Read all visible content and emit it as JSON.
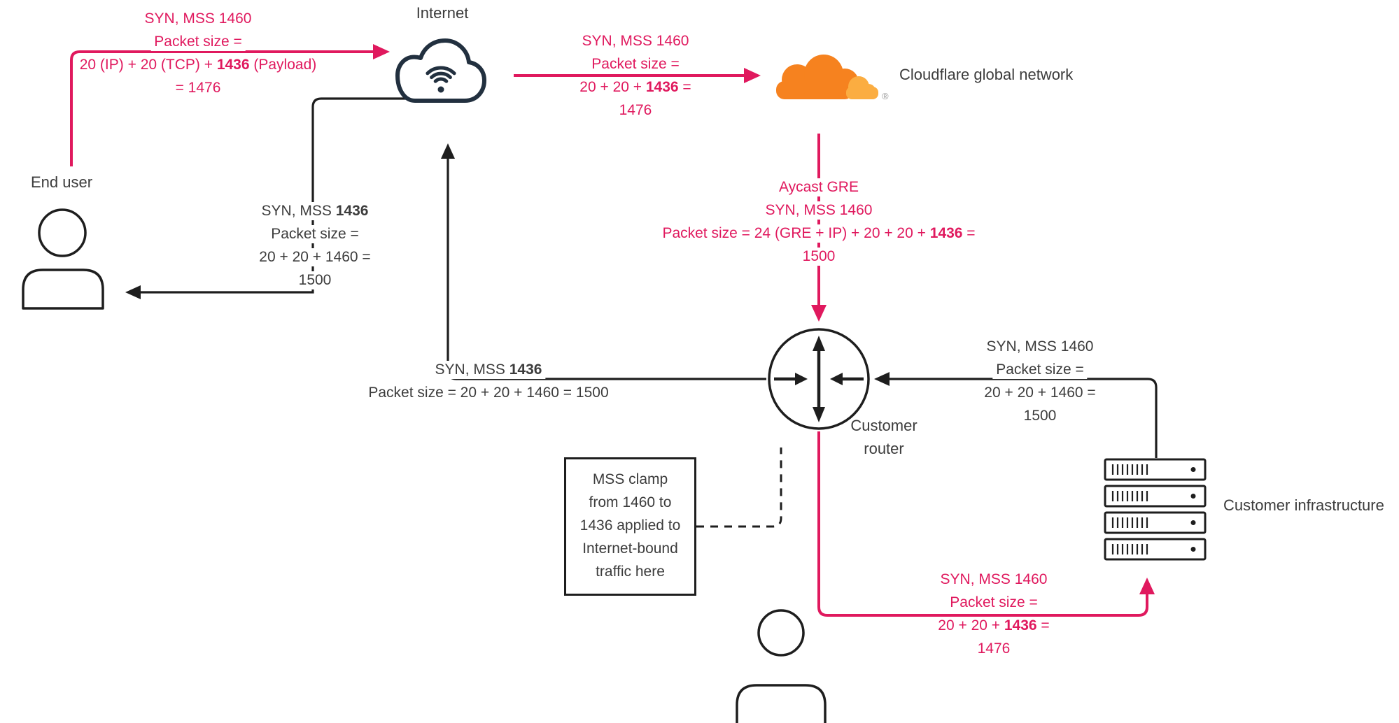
{
  "colors": {
    "pink": "#E0195E",
    "dark": "#1E1E1E",
    "navy": "#22303F",
    "text": "#3C3C3C",
    "cf_orange": "#F6821F",
    "cf_light": "#FBAD41"
  },
  "nodes": {
    "internet": {
      "label": "Internet",
      "icon": "cloud-wifi-icon"
    },
    "end_user": {
      "label": "End user",
      "icon": "person-icon"
    },
    "cloudflare": {
      "label": "Cloudflare global network",
      "trademark": "®",
      "icon": "cloudflare-cloud-logo"
    },
    "customer_router": {
      "label_line1": "Customer",
      "label_line2": "router",
      "icon": "router-circle-arrows-icon"
    },
    "customer_infrastructure": {
      "label": "Customer infrastructure",
      "icon": "server-rack-icon"
    },
    "bottom_user": {
      "icon": "person-icon"
    }
  },
  "annotations": {
    "user_to_internet": {
      "color": "pink",
      "lines": [
        [
          {
            "t": "SYN, MSS 1460"
          }
        ],
        [
          {
            "t": "Packet size ="
          }
        ],
        [
          {
            "t": "20 (IP) + 20 (TCP) + "
          },
          {
            "t": "1436",
            "b": true
          },
          {
            "t": " (Payload)"
          }
        ],
        [
          {
            "t": "= 1476"
          }
        ]
      ]
    },
    "internet_to_cloudflare": {
      "color": "pink",
      "lines": [
        [
          {
            "t": "SYN, MSS 1460"
          }
        ],
        [
          {
            "t": "Packet size ="
          }
        ],
        [
          {
            "t": "20 + 20 + "
          },
          {
            "t": "1436",
            "b": true
          },
          {
            "t": " ="
          }
        ],
        [
          {
            "t": "1476"
          }
        ]
      ]
    },
    "cloudflare_to_router": {
      "color": "pink",
      "lines": [
        [
          {
            "t": "Aycast GRE"
          }
        ],
        [
          {
            "t": "SYN, MSS 1460"
          }
        ],
        [
          {
            "t": "Packet size = 24 (GRE + IP) + 20 + 20 + "
          },
          {
            "t": "1436",
            "b": true
          },
          {
            "t": " ="
          }
        ],
        [
          {
            "t": "1500"
          }
        ]
      ]
    },
    "internet_to_user": {
      "color": "dark",
      "lines": [
        [
          {
            "t": "SYN, MSS "
          },
          {
            "t": "1436",
            "b": true
          }
        ],
        [
          {
            "t": "Packet size ="
          }
        ],
        [
          {
            "t": "20 + 20 + 1460 ="
          }
        ],
        [
          {
            "t": "1500"
          }
        ]
      ]
    },
    "router_to_internet": {
      "color": "dark",
      "lines": [
        [
          {
            "t": "SYN, MSS "
          },
          {
            "t": "1436",
            "b": true
          }
        ],
        [
          {
            "t": "Packet size = 20 + 20 + 1460 = 1500"
          }
        ]
      ]
    },
    "infra_to_router": {
      "color": "dark",
      "lines": [
        [
          {
            "t": "SYN, MSS 1460"
          }
        ],
        [
          {
            "t": "Packet size ="
          }
        ],
        [
          {
            "t": "20 + 20 + 1460 ="
          }
        ],
        [
          {
            "t": "1500"
          }
        ]
      ]
    },
    "router_to_infra": {
      "color": "pink",
      "lines": [
        [
          {
            "t": "SYN, MSS 1460"
          }
        ],
        [
          {
            "t": "Packet size ="
          }
        ],
        [
          {
            "t": "20 + 20 + "
          },
          {
            "t": "1436",
            "b": true
          },
          {
            "t": " ="
          }
        ],
        [
          {
            "t": "1476"
          }
        ]
      ]
    },
    "mss_clamp_note": {
      "lines": [
        [
          {
            "t": "MSS clamp"
          }
        ],
        [
          {
            "t": "from 1460 to"
          }
        ],
        [
          {
            "t": "1436 applied to"
          }
        ],
        [
          {
            "t": "Internet-bound"
          }
        ],
        [
          {
            "t": "traffic here"
          }
        ]
      ]
    }
  }
}
